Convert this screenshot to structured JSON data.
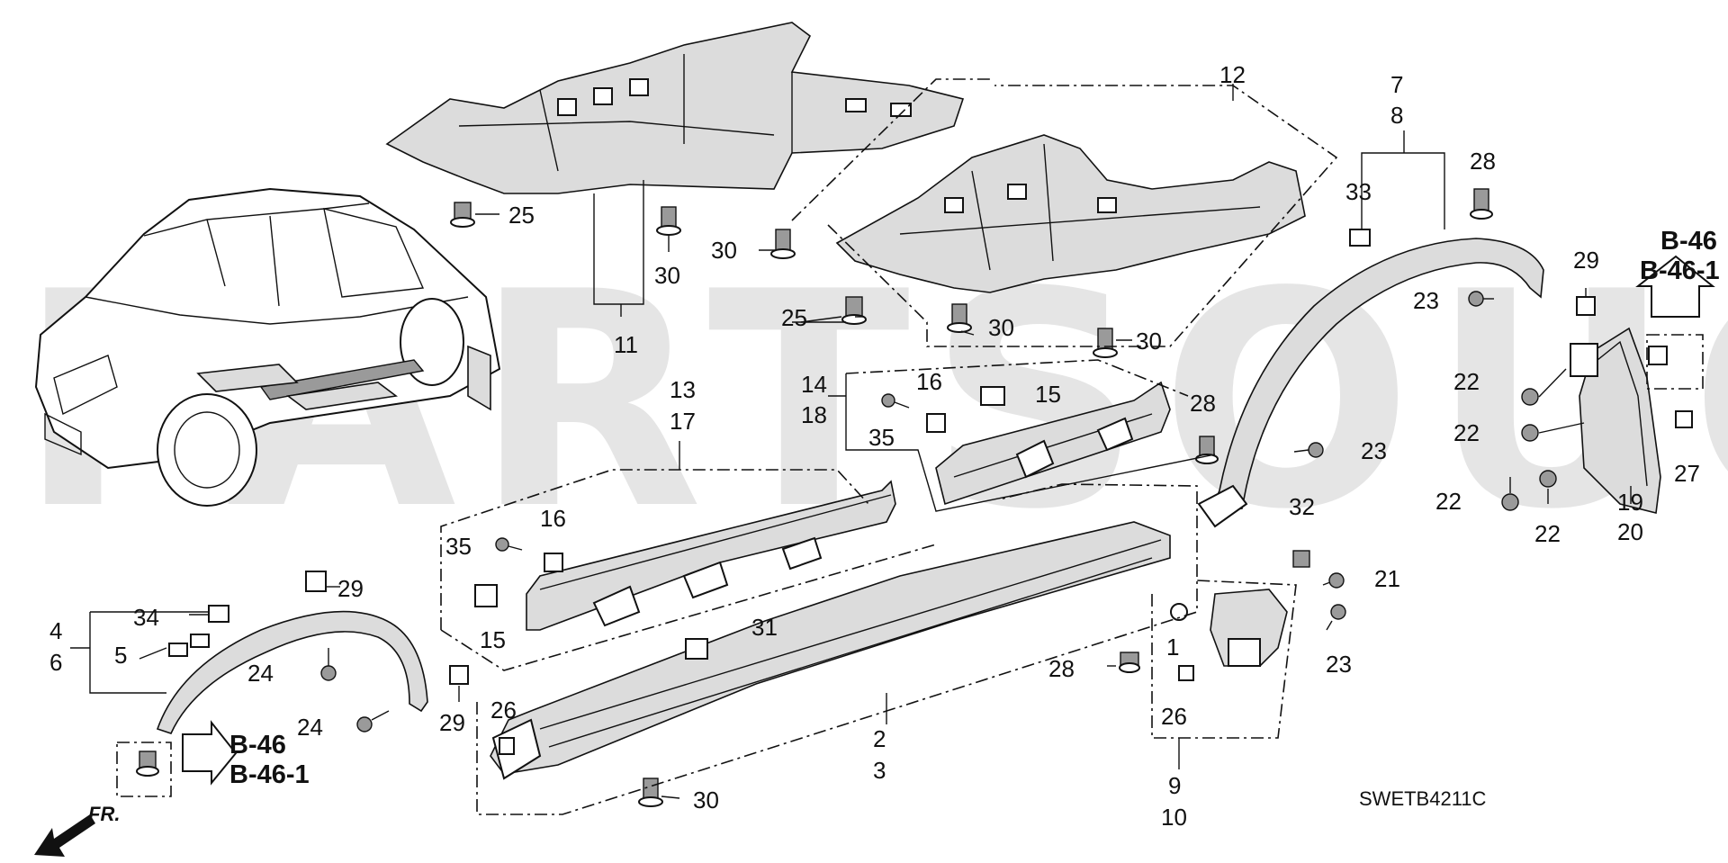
{
  "watermark": "PARTSOUQ.COM",
  "diagram_code": "SWETB4211C",
  "front_label": "FR.",
  "refs": {
    "top_right_a": "B-46",
    "top_right_b": "B-46-1",
    "bottom_left_a": "B-46",
    "bottom_left_b": "B-46-1"
  },
  "callouts": {
    "c1": "1",
    "c2": "2",
    "c3": "3",
    "c4": "4",
    "c5": "5",
    "c6": "6",
    "c7": "7",
    "c8": "8",
    "c9": "9",
    "c10": "10",
    "c11": "11",
    "c12": "12",
    "c13": "13",
    "c14": "14",
    "c15a": "15",
    "c15b": "15",
    "c16a": "16",
    "c16b": "16",
    "c17": "17",
    "c18": "18",
    "c19": "19",
    "c20": "20",
    "c21": "21",
    "c22a": "22",
    "c22b": "22",
    "c22c": "22",
    "c22d": "22",
    "c23a": "23",
    "c23b": "23",
    "c23c": "23",
    "c24a": "24",
    "c24b": "24",
    "c25a": "25",
    "c25b": "25",
    "c26a": "26",
    "c26b": "26",
    "c27": "27",
    "c28a": "28",
    "c28b": "28",
    "c28c": "28",
    "c29a": "29",
    "c29b": "29",
    "c29c": "29",
    "c30a": "30",
    "c30b": "30",
    "c30c": "30",
    "c30d": "30",
    "c30e": "30",
    "c31": "31",
    "c32": "32",
    "c33": "33",
    "c34": "34",
    "c35a": "35",
    "c35b": "35"
  },
  "colors": {
    "line": "#111111",
    "shade": "#dcdcdc",
    "watermark": "#e6e6e6"
  }
}
